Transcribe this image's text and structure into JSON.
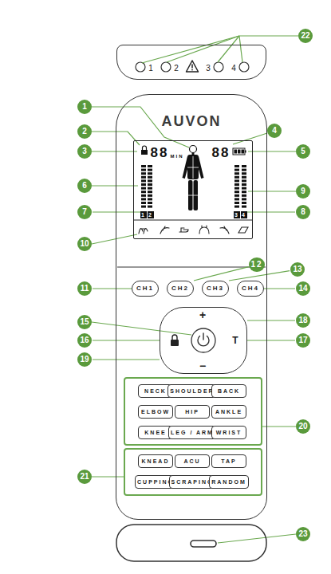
{
  "diagram": {
    "nodes": [
      {
        "text": [
          "1",
          "2",
          "3",
          "4"
        ]
      },
      {
        "text": [
          "AUVON"
        ]
      },
      {
        "text": [
          "88",
          "MIN",
          "88"
        ],
        "in": 1
      },
      {
        "text": [
          "1"
        ],
        "in": 2
      },
      {
        "text": [
          "2"
        ],
        "in": 2
      },
      {
        "text": [
          "3"
        ],
        "in": 2
      },
      {
        "text": [
          "4"
        ],
        "in": 2
      },
      {
        "text": [
          "CH1"
        ],
        "in": 1
      },
      {
        "text": [
          "CH2"
        ],
        "in": 1
      },
      {
        "text": [
          "CH3"
        ],
        "in": 1
      },
      {
        "text": [
          "CH4"
        ],
        "in": 1
      },
      {
        "text": [
          "+",
          "T",
          "−"
        ],
        "in": 1
      },
      {
        "text": [
          "NECK"
        ],
        "in": 1
      },
      {
        "text": [
          "SHOULDER"
        ],
        "in": 1
      },
      {
        "text": [
          "BACK"
        ],
        "in": 1
      },
      {
        "text": [
          "ELBOW"
        ],
        "in": 1
      },
      {
        "text": [
          "HIP"
        ],
        "in": 1
      },
      {
        "text": [
          "ANKLE"
        ],
        "in": 1
      },
      {
        "text": [
          "KNEE"
        ],
        "in": 1
      },
      {
        "text": [
          "LEG / ARM"
        ],
        "in": 1
      },
      {
        "text": [
          "WRIST"
        ],
        "in": 1
      },
      {
        "text": [
          "KNEAD"
        ],
        "in": 1
      },
      {
        "text": [
          "ACU"
        ],
        "in": 1
      },
      {
        "text": [
          "TAP"
        ],
        "in": 1
      },
      {
        "text": [
          "CUPPING"
        ],
        "in": 1
      },
      {
        "text": [
          "SCRAPING"
        ],
        "in": 1
      },
      {
        "text": [
          "RANDOM"
        ],
        "in": 1
      },
      {
        "text": [
          "1"
        ]
      },
      {
        "text": [
          "2"
        ]
      },
      {
        "text": [
          "3"
        ]
      },
      {
        "text": [
          "4"
        ]
      },
      {
        "text": [
          "5"
        ]
      },
      {
        "text": [
          "6"
        ]
      },
      {
        "text": [
          "7"
        ]
      },
      {
        "text": [
          "8"
        ]
      },
      {
        "text": [
          "9"
        ]
      },
      {
        "text": [
          "10"
        ]
      },
      {
        "text": [
          "11"
        ]
      },
      {
        "text": [
          "12"
        ],
        "in": 1
      },
      {
        "text": [
          "13"
        ]
      },
      {
        "text": [
          "14"
        ]
      },
      {
        "text": [
          "15"
        ]
      },
      {
        "text": [
          "16"
        ]
      },
      {
        "text": [
          "17"
        ]
      },
      {
        "text": [
          "18"
        ]
      },
      {
        "text": [
          "19"
        ]
      },
      {
        "text": [
          "20"
        ]
      },
      {
        "text": [
          "21"
        ]
      },
      {
        "text": [
          "22"
        ]
      },
      {
        "text": [
          "23"
        ]
      }
    ],
    "edges": [
      {
        "from": 33,
        "to": 3,
        "arrow": "none"
      },
      {
        "from": 34,
        "to": 6,
        "arrow": "none"
      },
      {
        "from": 37,
        "to": 7,
        "arrow": "none"
      },
      {
        "from": 38,
        "to": 8,
        "arrow": "none"
      },
      {
        "from": 39,
        "to": 9,
        "arrow": "none"
      },
      {
        "from": 40,
        "to": 10,
        "arrow": "none"
      },
      {
        "from": 42,
        "to": 11,
        "arrow": "none"
      },
      {
        "from": 43,
        "to": 11,
        "arrow": "none"
      },
      {
        "from": 44,
        "to": 11,
        "arrow": "none"
      },
      {
        "from": 45,
        "to": 11,
        "arrow": "none"
      }
    ]
  }
}
